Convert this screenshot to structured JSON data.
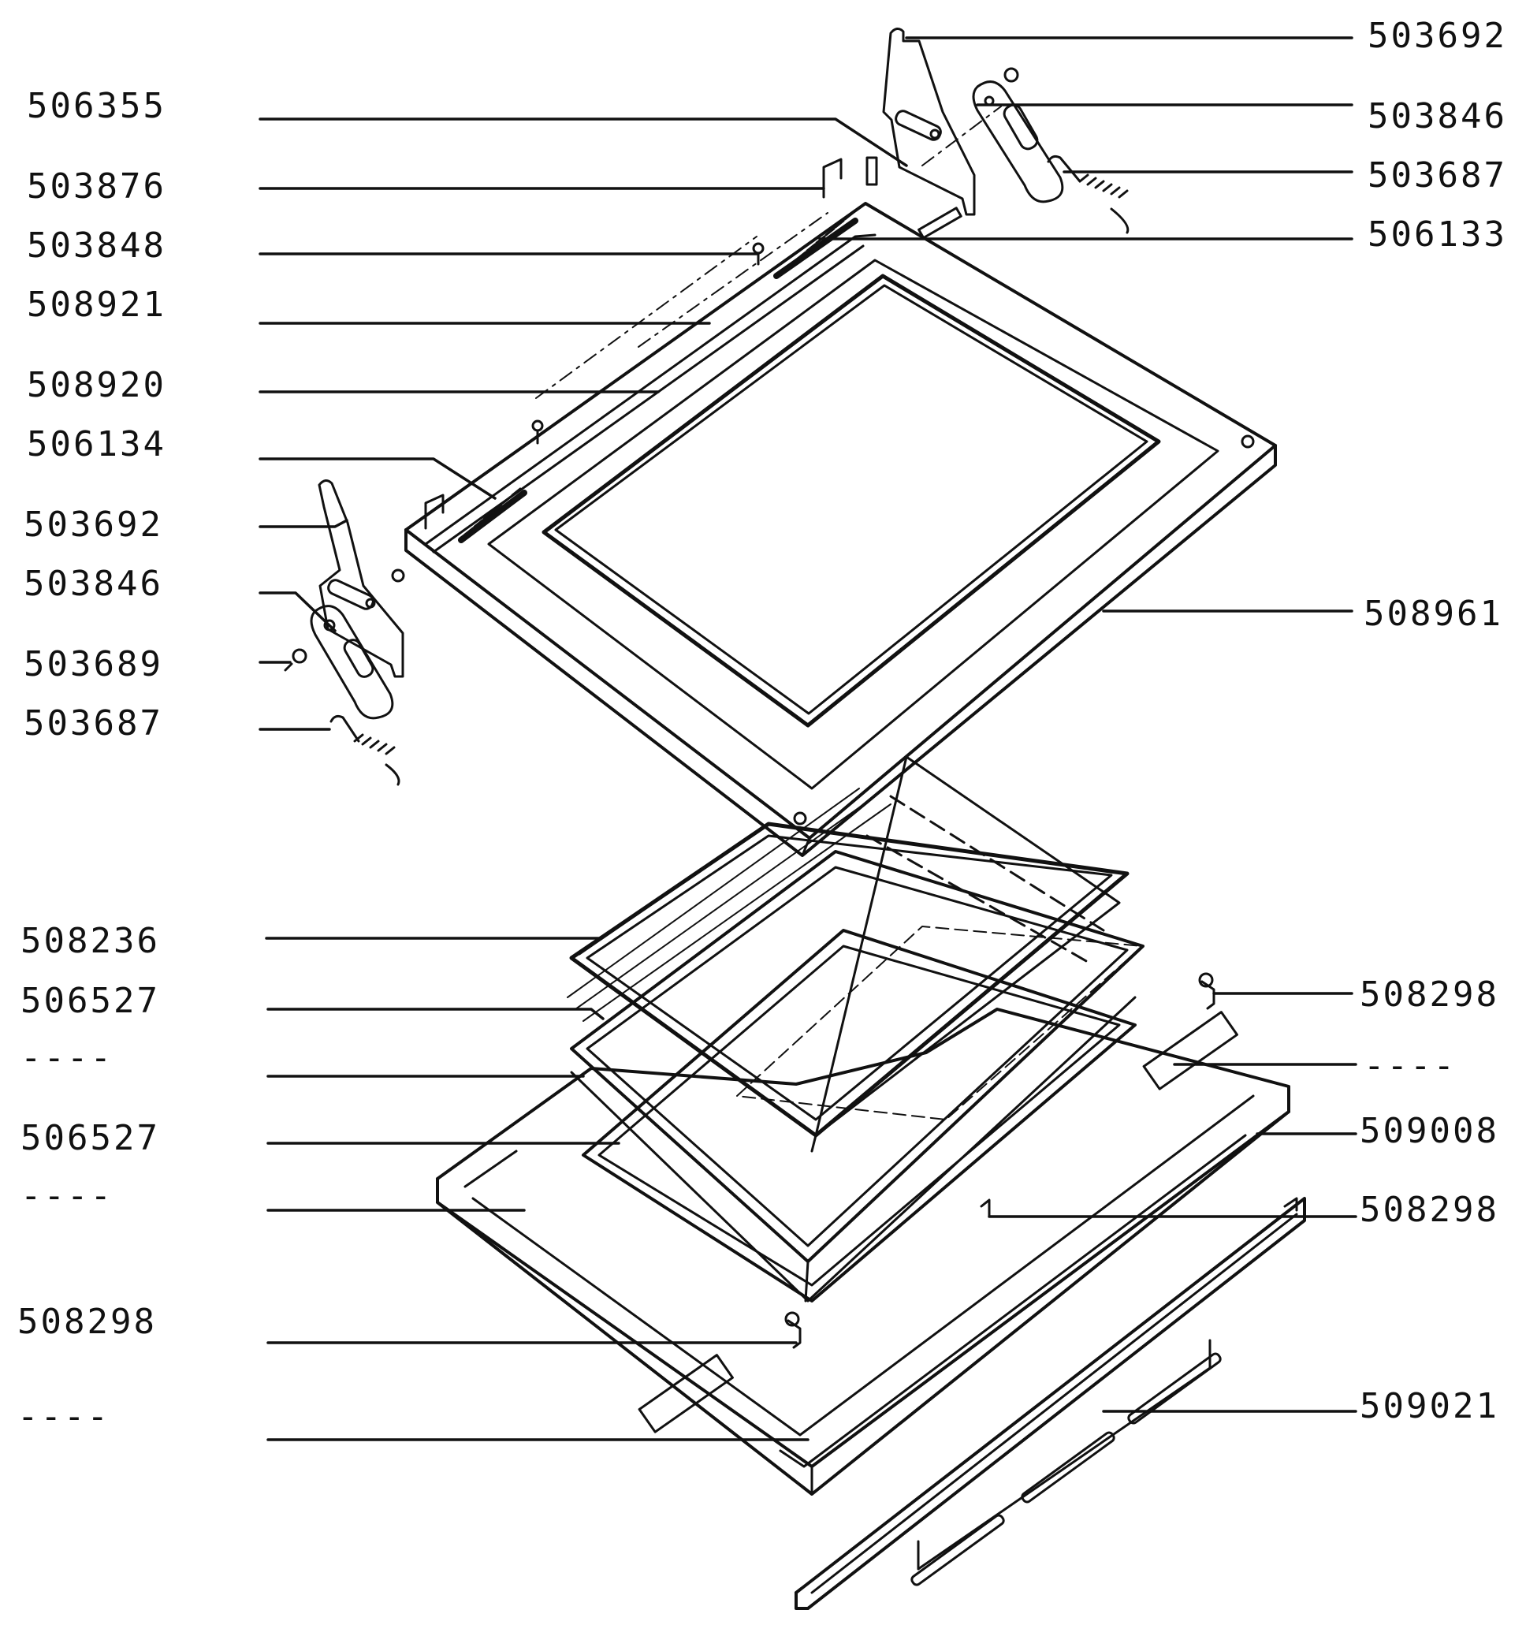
{
  "diagram": {
    "type": "exploded parts diagram",
    "line_color": "#111111",
    "background": "#ffffff",
    "left_labels": [
      "506355",
      "503876",
      "503848",
      "508921",
      "508920",
      "506134",
      "503692",
      "503846",
      "503689",
      "503687",
      "508236",
      "506527",
      "----",
      "506527",
      "----",
      "508298",
      "----"
    ],
    "right_labels": [
      "503692",
      "503846",
      "503687",
      "506133",
      "508961",
      "508298",
      "----",
      "509008",
      "508298",
      "509021"
    ]
  }
}
